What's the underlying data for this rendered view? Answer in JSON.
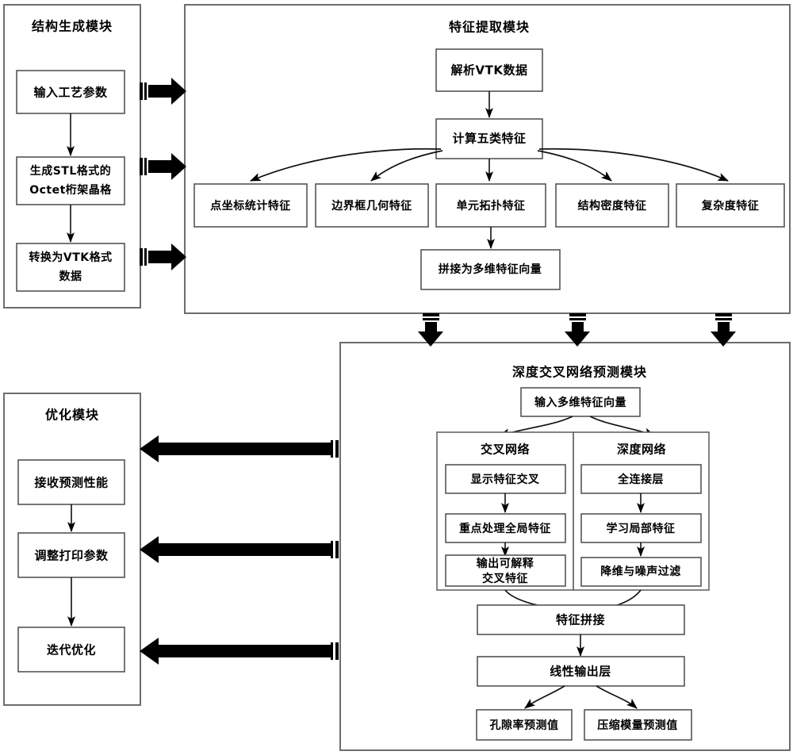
{
  "diagram": {
    "title_present": false,
    "modules": [
      {
        "id": "structure",
        "title": "结构生成模块",
        "nodes": [
          {
            "id": "input-params",
            "label": "输入工艺参数"
          },
          {
            "id": "generate-stl",
            "label_line1": "生成STL格式的",
            "label_line2": "Octet桁架晶格"
          },
          {
            "id": "convert-vtk",
            "label_line1": "转换为VTK格式",
            "label_line2": "数据"
          }
        ]
      },
      {
        "id": "feature-extraction",
        "title": "特征提取模块",
        "nodes": [
          {
            "id": "parse-vtk",
            "label": "解析VTK数据"
          },
          {
            "id": "compute-five",
            "label": "计算五类特征"
          },
          {
            "id": "concat-vector",
            "label": "拼接为多维特征向量"
          }
        ],
        "features": [
          {
            "id": "point-coord",
            "label": "点坐标统计特征"
          },
          {
            "id": "bbox-geom",
            "label": "边界框几何特征"
          },
          {
            "id": "cell-topology",
            "label": "单元拓扑特征"
          },
          {
            "id": "structure-density",
            "label": "结构密度特征"
          },
          {
            "id": "complexity",
            "label": "复杂度特征"
          }
        ]
      },
      {
        "id": "deep-cross",
        "title": "深度交叉网络预测模块",
        "nodes": [
          {
            "id": "input-vector",
            "label": "输入多维特征向量"
          },
          {
            "id": "feature-concat",
            "label": "特征拼接"
          },
          {
            "id": "linear-output",
            "label": "线性输出层"
          }
        ],
        "branches": [
          {
            "id": "cross-network",
            "title": "交叉网络",
            "steps": [
              {
                "id": "explicit-cross",
                "label": "显示特征交叉"
              },
              {
                "id": "global-feature",
                "label": "重点处理全局特征"
              },
              {
                "id": "interpretable-cross",
                "label_line1": "输出可解释",
                "label_line2": "交叉特征"
              }
            ]
          },
          {
            "id": "deep-network",
            "title": "深度网络",
            "steps": [
              {
                "id": "fully-connected",
                "label": "全连接层"
              },
              {
                "id": "local-feature",
                "label": "学习局部特征"
              },
              {
                "id": "dim-reduction",
                "label": "降维与噪声过滤"
              }
            ]
          }
        ],
        "outputs": [
          {
            "id": "porosity-prediction",
            "label": "孔隙率预测值"
          },
          {
            "id": "modulus-prediction",
            "label": "压缩模量预测值"
          }
        ]
      },
      {
        "id": "optimization",
        "title": "优化模块",
        "nodes": [
          {
            "id": "receive-performance",
            "label": "接收预测性能"
          },
          {
            "id": "adjust-print-params",
            "label": "调整打印参数"
          },
          {
            "id": "iterative-optimization",
            "label": "迭代优化"
          }
        ]
      }
    ],
    "colors": {
      "background": "#ffffff",
      "box_stroke": "#555555",
      "panel_stroke": "#6d6d6d",
      "arrow_fill": "#000000",
      "text": "#000000"
    }
  }
}
